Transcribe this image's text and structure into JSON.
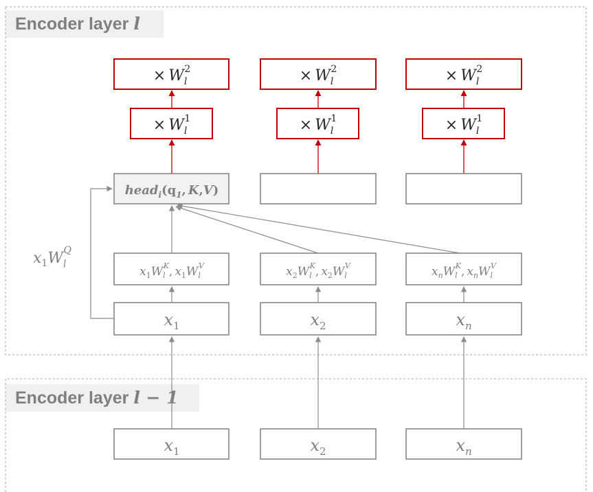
{
  "layers": {
    "upper": {
      "title": "Encoder layer ",
      "math": "l"
    },
    "lower": {
      "title": "Encoder layer ",
      "math": "l − 1"
    }
  },
  "columns": [
    {
      "w2": "W",
      "w1": "W",
      "head": "head",
      "head_sub": "i",
      "head_args": "(q",
      "kv_x": "x",
      "kv_sub": "1",
      "x": "x",
      "x_sub": "1",
      "x_prev": "x",
      "x_prev_sub": "1"
    },
    {
      "w2": "W",
      "w1": "W",
      "head": "",
      "kv_x": "x",
      "kv_sub": "2",
      "x": "x",
      "x_sub": "2",
      "x_prev": "x",
      "x_prev_sub": "2"
    },
    {
      "w2": "W",
      "w1": "W",
      "head": "",
      "kv_x": "x",
      "kv_sub": "n",
      "x": "x",
      "x_sub": "n",
      "x_prev": "x",
      "x_prev_sub": "n"
    }
  ],
  "math": {
    "times": "×",
    "sub_l": "l",
    "sup_1": "1",
    "sup_2": "2",
    "sup_K": "K",
    "sup_V": "V",
    "sup_Q": "Q",
    "comma": ",",
    "q_sub": "1",
    "k": "K",
    "v": "V",
    "rparen": ")"
  },
  "query_label": {
    "x": "x",
    "x_sub": "1",
    "w": "W",
    "w_sub": "l",
    "w_sup": "Q"
  },
  "colors": {
    "red": "#c00000",
    "gray": "#7f7f7f",
    "box_fill": "#f2f2f2",
    "arrow_gray": "#8c8c8c"
  }
}
